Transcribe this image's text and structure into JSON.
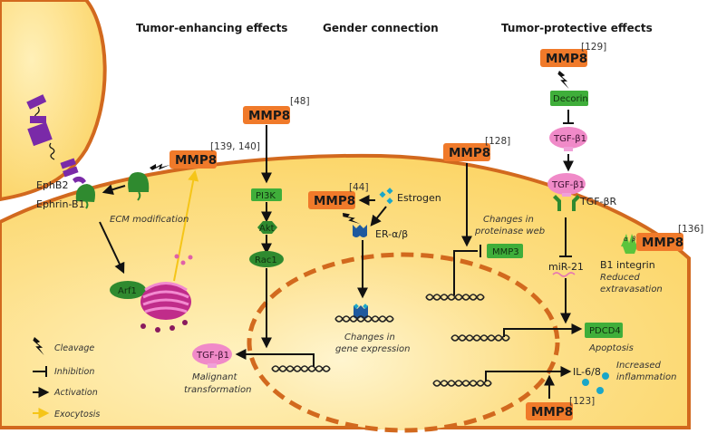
{
  "headers": {
    "tumor_enhancing": "Tumor-enhancing effects",
    "gender": "Gender connection",
    "tumor_protective": "Tumor-protective effects"
  },
  "colors": {
    "cell_fill": "#fcd670",
    "membrane": "#d2691e",
    "mmp8_box": "#f07a2a",
    "green_box": "#3fae3a",
    "pink_protein": "#f08ac8",
    "purple_receptor": "#7a2aa8",
    "estrogen": "#1aa6c8",
    "er_receptor": "#1f5a9e",
    "exocytosis": "#f5c518"
  },
  "mmp8_nodes": [
    {
      "label": "MMP8",
      "ref": "[139, 140]"
    },
    {
      "label": "MMP8",
      "ref": "[48]"
    },
    {
      "label": "MMP8",
      "ref": "[44]"
    },
    {
      "label": "MMP8",
      "ref": "[128]"
    },
    {
      "label": "MMP8",
      "ref": "[129]"
    },
    {
      "label": "MMP8",
      "ref": "[136]"
    },
    {
      "label": "MMP8",
      "ref": "[123]"
    }
  ],
  "left": {
    "ephb2": "EphB2",
    "ephrin": "Ephrin-B1",
    "ecm": "ECM modification",
    "arf1": "Arf1",
    "pi3k": "PI3K",
    "akt": "Akt",
    "rac1": "Rac1",
    "tgf": "TGF-β1",
    "malignant_1": "Malignant",
    "malignant_2": "transformation"
  },
  "middle": {
    "estrogen": "Estrogen",
    "er": "ER-α/β",
    "gene_1": "Changes in",
    "gene_2": "gene expression"
  },
  "right": {
    "proteinase_1": "Changes in",
    "proteinase_2": "proteinase web",
    "mmp3": "MMP3",
    "decorin": "Decorin",
    "tgf_1": "TGF-β1",
    "tgf_2": "TGF-β1",
    "tgfr": "TGF-βR",
    "mir21": "miR-21",
    "b1": "B1 integrin",
    "alpha": "α",
    "beta": "β",
    "reduced_1": "Reduced",
    "reduced_2": "extravasation",
    "pdcd4": "PDCD4",
    "apoptosis": "Apoptosis",
    "il": "IL-6/8",
    "inflam_1": "Increased",
    "inflam_2": "inflammation"
  },
  "legend": [
    {
      "icon": "lightning-icon",
      "label": "Cleavage"
    },
    {
      "icon": "inhibition-icon",
      "label": "Inhibition"
    },
    {
      "icon": "arrow-icon",
      "label": "Activation"
    },
    {
      "icon": "yellow-arrow-icon",
      "label": "Exocytosis"
    }
  ]
}
